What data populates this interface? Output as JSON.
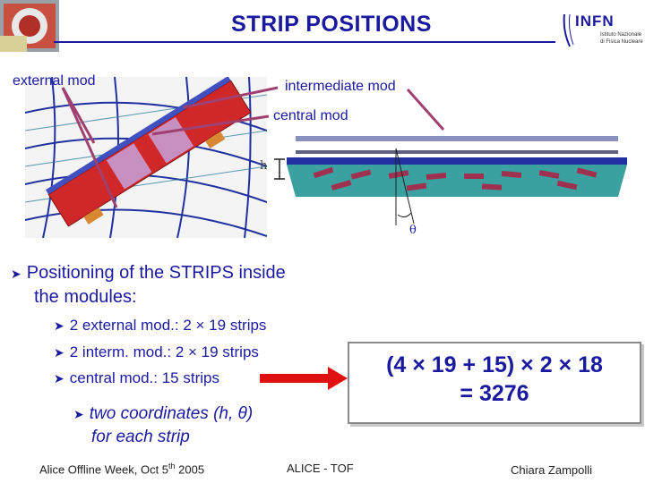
{
  "header": {
    "title": "STRIP POSITIONS",
    "logo_right_text": "INFN",
    "logo_right_sub1": "Istituto Nazionale",
    "logo_right_sub2": "di Fisica Nucleare"
  },
  "figure_labels": {
    "external": "external mod",
    "intermediate": "intermediate mod",
    "central": "central mod",
    "h": "h",
    "theta": "θ"
  },
  "bullets": {
    "main_line1": "Positioning of the STRIPS inside",
    "main_line2": "the modules:",
    "sub": [
      "2 external mod.: 2 × 19 strips",
      "2 interm. mod.: 2 × 19 strips",
      "central mod.: 15 strips"
    ],
    "coords_line1": "two coordinates (h, θ)",
    "coords_line2": "for each strip"
  },
  "result": {
    "line1": "(4 × 19 + 15) × 2 × 18",
    "line2": "= 3276"
  },
  "footer": {
    "event": "Alice Offline Week, Oct 5",
    "event_sup": "th",
    "event_year": " 2005",
    "center": "ALICE - TOF",
    "author": "Chiara Zampolli"
  },
  "colors": {
    "text": "#1a1aa0",
    "leader": "#a04070",
    "arrow": "#e01010"
  }
}
